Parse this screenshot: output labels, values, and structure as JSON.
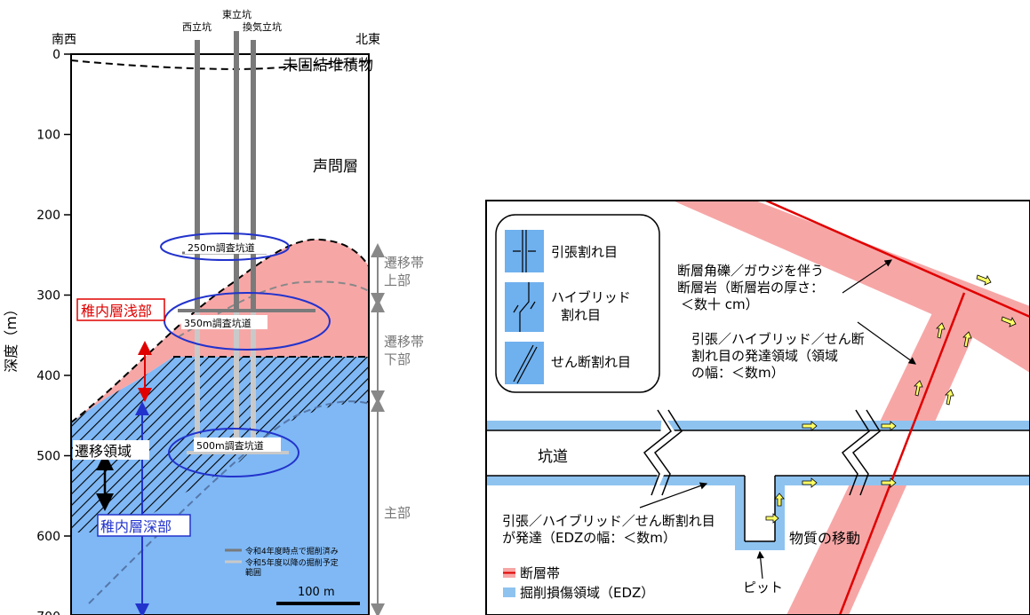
{
  "left_panel": {
    "direction_sw": "南西",
    "direction_ne": "北東",
    "shafts": {
      "west": "西立坑",
      "east": "東立坑",
      "ventilation": "換気立坑"
    },
    "depth_axis": {
      "label": "深度（m）",
      "ticks": [
        {
          "depth": 0,
          "label": "0"
        },
        {
          "depth": 100,
          "label": "100"
        },
        {
          "depth": 200,
          "label": "200"
        },
        {
          "depth": 300,
          "label": "300"
        },
        {
          "depth": 400,
          "label": "400"
        },
        {
          "depth": 500,
          "label": "500"
        },
        {
          "depth": 600,
          "label": "600"
        },
        {
          "depth": 700,
          "label": "700"
        }
      ]
    },
    "layers": {
      "unconsolidated": "未固結堆積物",
      "koetoi": "声問層",
      "wakkanai_shallow": "稚内層浅部",
      "wakkanai_deep": "稚内層深部",
      "transition_region": "遷移領域"
    },
    "galleries": {
      "g250": "250m調査坑道",
      "g350": "350m調査坑道",
      "g500": "500m調査坑道"
    },
    "zones": {
      "upper": "遷移帯\n上部",
      "lower": "遷移帯\n下部",
      "main": "主部"
    },
    "legend": {
      "excavated": "令和4年度時点で掘削済み",
      "planned": "令和5年度以降の掘削予定\n範囲"
    },
    "scale_bar": "100 m",
    "colors": {
      "shallow": "#f7a6a6",
      "deep": "#7fb8f5",
      "excavated": "#7a7a7a",
      "planned": "#c9c9c9",
      "emphasis": "#e00000",
      "deep_label": "#2233cc"
    }
  },
  "right_panel": {
    "legend_box": {
      "tensile": "引張割れ目",
      "hybrid": "ハイブリッド\n割れ目",
      "shear": "せん断割れ目"
    },
    "labels": {
      "fault_rock": "断層角礫／ガウジを伴う\n断層岩（断層岩の厚さ：\n＜数十 cm）",
      "fracture_zone": "引張／ハイブリッド／せん断\n割れ目の発達領域（領域\nの幅：＜数m）",
      "gallery": "坑道",
      "edz_fracture": "引張／ハイブリッド／せん断割れ目\nが発達（EDZの幅：＜数m）",
      "mass_transfer": "物質の移動",
      "pit": "ピット"
    },
    "legend": {
      "fault_zone": "断層帯",
      "edz": "掘削損傷領域（EDZ）"
    },
    "colors": {
      "fault_zone": "#f7a6a6",
      "fault_line": "#e00000",
      "edz": "#8ec3f0",
      "arrow": "#ffff66"
    }
  }
}
